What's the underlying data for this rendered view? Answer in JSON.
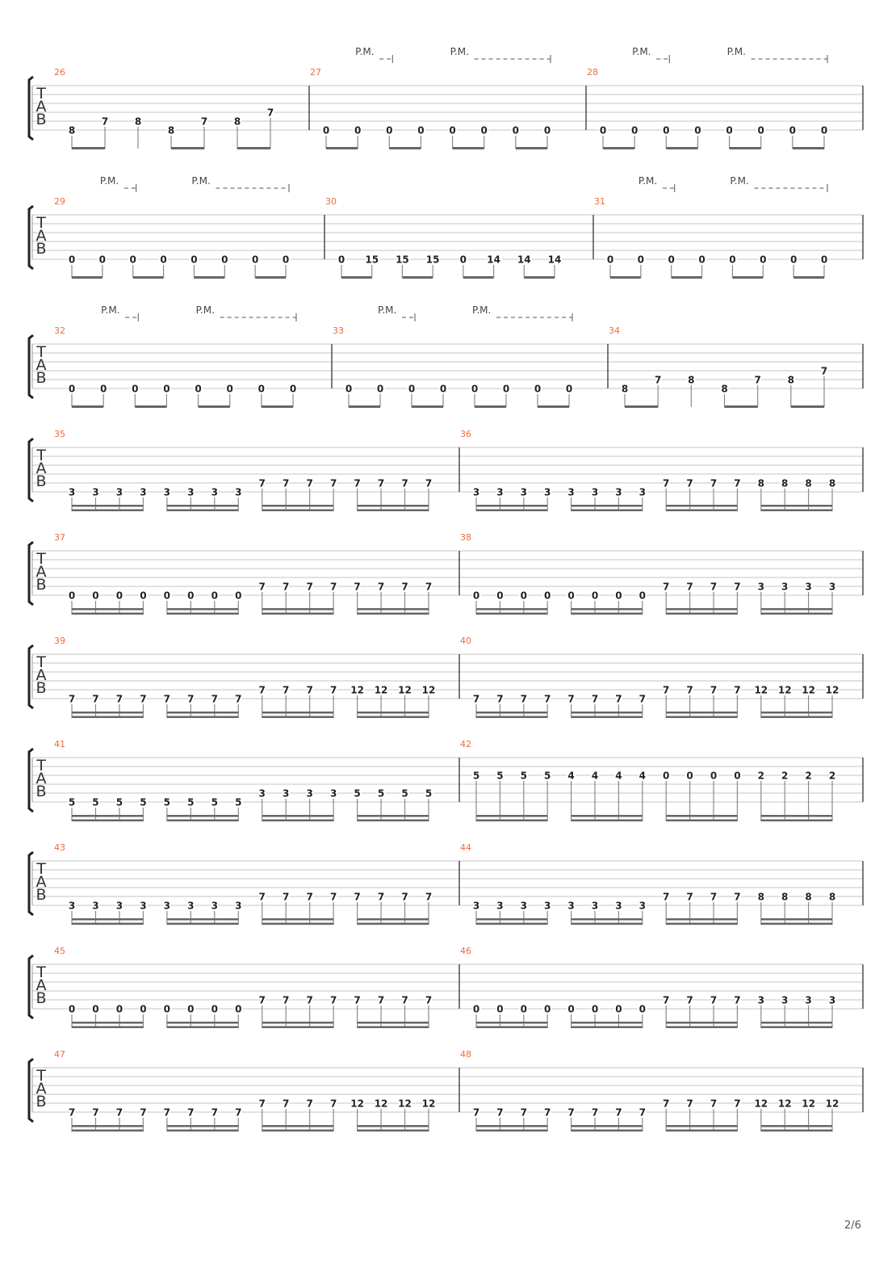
{
  "page_number": "2/6",
  "clef": [
    "T",
    "A",
    "B"
  ],
  "palm_mute_label": "P.M.",
  "measures": [
    {
      "number": "26",
      "rhythm": "eighth",
      "notes": [
        [
          8,
          6
        ],
        [
          7,
          5
        ],
        [
          8,
          5
        ],
        [
          8,
          6
        ],
        [
          7,
          5
        ],
        [
          8,
          5
        ],
        [
          7,
          4
        ]
      ],
      "beams": [
        [
          0,
          1
        ],
        [
          2
        ],
        [
          3,
          4
        ],
        [
          5,
          6
        ]
      ],
      "palm_mute": []
    },
    {
      "number": "27",
      "rhythm": "eighth",
      "notes": [
        [
          0,
          6
        ],
        [
          0,
          6
        ],
        [
          0,
          6
        ],
        [
          0,
          6
        ],
        [
          0,
          6
        ],
        [
          0,
          6
        ],
        [
          0,
          6
        ],
        [
          0,
          6
        ]
      ],
      "palm_mute": [
        [
          1,
          2
        ],
        [
          4,
          7
        ]
      ]
    },
    {
      "number": "28",
      "rhythm": "eighth",
      "notes": [
        [
          0,
          6
        ],
        [
          0,
          6
        ],
        [
          0,
          6
        ],
        [
          0,
          6
        ],
        [
          0,
          6
        ],
        [
          0,
          6
        ],
        [
          0,
          6
        ],
        [
          0,
          6
        ]
      ],
      "palm_mute": [
        [
          1,
          2
        ],
        [
          4,
          7
        ]
      ]
    },
    {
      "number": "29",
      "rhythm": "eighth",
      "notes": [
        [
          0,
          6
        ],
        [
          0,
          6
        ],
        [
          0,
          6
        ],
        [
          0,
          6
        ],
        [
          0,
          6
        ],
        [
          0,
          6
        ],
        [
          0,
          6
        ],
        [
          0,
          6
        ]
      ],
      "palm_mute": [
        [
          1,
          2
        ],
        [
          4,
          7
        ]
      ]
    },
    {
      "number": "30",
      "rhythm": "eighth",
      "notes": [
        [
          0,
          6
        ],
        [
          15,
          6
        ],
        [
          15,
          6
        ],
        [
          15,
          6
        ],
        [
          0,
          6
        ],
        [
          14,
          6
        ],
        [
          14,
          6
        ],
        [
          14,
          6
        ]
      ],
      "palm_mute": []
    },
    {
      "number": "31",
      "rhythm": "eighth",
      "notes": [
        [
          0,
          6
        ],
        [
          0,
          6
        ],
        [
          0,
          6
        ],
        [
          0,
          6
        ],
        [
          0,
          6
        ],
        [
          0,
          6
        ],
        [
          0,
          6
        ],
        [
          0,
          6
        ]
      ],
      "palm_mute": [
        [
          1,
          2
        ],
        [
          4,
          7
        ]
      ]
    },
    {
      "number": "32",
      "rhythm": "eighth",
      "notes": [
        [
          0,
          6
        ],
        [
          0,
          6
        ],
        [
          0,
          6
        ],
        [
          0,
          6
        ],
        [
          0,
          6
        ],
        [
          0,
          6
        ],
        [
          0,
          6
        ],
        [
          0,
          6
        ]
      ],
      "palm_mute": [
        [
          1,
          2
        ],
        [
          4,
          7
        ]
      ]
    },
    {
      "number": "33",
      "rhythm": "eighth",
      "notes": [
        [
          0,
          6
        ],
        [
          0,
          6
        ],
        [
          0,
          6
        ],
        [
          0,
          6
        ],
        [
          0,
          6
        ],
        [
          0,
          6
        ],
        [
          0,
          6
        ],
        [
          0,
          6
        ]
      ],
      "palm_mute": [
        [
          1,
          2
        ],
        [
          4,
          7
        ]
      ]
    },
    {
      "number": "34",
      "rhythm": "eighth",
      "notes": [
        [
          8,
          6
        ],
        [
          7,
          5
        ],
        [
          8,
          5
        ],
        [
          8,
          6
        ],
        [
          7,
          5
        ],
        [
          8,
          5
        ],
        [
          7,
          4
        ]
      ],
      "beams": [
        [
          0,
          1
        ],
        [
          2
        ],
        [
          3,
          4
        ],
        [
          5,
          6
        ]
      ],
      "palm_mute": []
    },
    {
      "number": "35",
      "rhythm": "sixteenth",
      "notes": [
        [
          3,
          6
        ],
        [
          3,
          6
        ],
        [
          3,
          6
        ],
        [
          3,
          6
        ],
        [
          3,
          6
        ],
        [
          3,
          6
        ],
        [
          3,
          6
        ],
        [
          3,
          6
        ],
        [
          7,
          5
        ],
        [
          7,
          5
        ],
        [
          7,
          5
        ],
        [
          7,
          5
        ],
        [
          7,
          5
        ],
        [
          7,
          5
        ],
        [
          7,
          5
        ],
        [
          7,
          5
        ]
      ]
    },
    {
      "number": "36",
      "rhythm": "sixteenth",
      "notes": [
        [
          3,
          6
        ],
        [
          3,
          6
        ],
        [
          3,
          6
        ],
        [
          3,
          6
        ],
        [
          3,
          6
        ],
        [
          3,
          6
        ],
        [
          3,
          6
        ],
        [
          3,
          6
        ],
        [
          7,
          5
        ],
        [
          7,
          5
        ],
        [
          7,
          5
        ],
        [
          7,
          5
        ],
        [
          8,
          5
        ],
        [
          8,
          5
        ],
        [
          8,
          5
        ],
        [
          8,
          5
        ]
      ]
    },
    {
      "number": "37",
      "rhythm": "sixteenth",
      "notes": [
        [
          0,
          6
        ],
        [
          0,
          6
        ],
        [
          0,
          6
        ],
        [
          0,
          6
        ],
        [
          0,
          6
        ],
        [
          0,
          6
        ],
        [
          0,
          6
        ],
        [
          0,
          6
        ],
        [
          7,
          5
        ],
        [
          7,
          5
        ],
        [
          7,
          5
        ],
        [
          7,
          5
        ],
        [
          7,
          5
        ],
        [
          7,
          5
        ],
        [
          7,
          5
        ],
        [
          7,
          5
        ]
      ]
    },
    {
      "number": "38",
      "rhythm": "sixteenth",
      "notes": [
        [
          0,
          6
        ],
        [
          0,
          6
        ],
        [
          0,
          6
        ],
        [
          0,
          6
        ],
        [
          0,
          6
        ],
        [
          0,
          6
        ],
        [
          0,
          6
        ],
        [
          0,
          6
        ],
        [
          7,
          5
        ],
        [
          7,
          5
        ],
        [
          7,
          5
        ],
        [
          7,
          5
        ],
        [
          3,
          5
        ],
        [
          3,
          5
        ],
        [
          3,
          5
        ],
        [
          3,
          5
        ]
      ]
    },
    {
      "number": "39",
      "rhythm": "sixteenth",
      "notes": [
        [
          7,
          6
        ],
        [
          7,
          6
        ],
        [
          7,
          6
        ],
        [
          7,
          6
        ],
        [
          7,
          6
        ],
        [
          7,
          6
        ],
        [
          7,
          6
        ],
        [
          7,
          6
        ],
        [
          7,
          5
        ],
        [
          7,
          5
        ],
        [
          7,
          5
        ],
        [
          7,
          5
        ],
        [
          12,
          5
        ],
        [
          12,
          5
        ],
        [
          12,
          5
        ],
        [
          12,
          5
        ]
      ]
    },
    {
      "number": "40",
      "rhythm": "sixteenth",
      "notes": [
        [
          7,
          6
        ],
        [
          7,
          6
        ],
        [
          7,
          6
        ],
        [
          7,
          6
        ],
        [
          7,
          6
        ],
        [
          7,
          6
        ],
        [
          7,
          6
        ],
        [
          7,
          6
        ],
        [
          7,
          5
        ],
        [
          7,
          5
        ],
        [
          7,
          5
        ],
        [
          7,
          5
        ],
        [
          12,
          5
        ],
        [
          12,
          5
        ],
        [
          12,
          5
        ],
        [
          12,
          5
        ]
      ]
    },
    {
      "number": "41",
      "rhythm": "sixteenth",
      "notes": [
        [
          5,
          6
        ],
        [
          5,
          6
        ],
        [
          5,
          6
        ],
        [
          5,
          6
        ],
        [
          5,
          6
        ],
        [
          5,
          6
        ],
        [
          5,
          6
        ],
        [
          5,
          6
        ],
        [
          3,
          5
        ],
        [
          3,
          5
        ],
        [
          3,
          5
        ],
        [
          3,
          5
        ],
        [
          5,
          5
        ],
        [
          5,
          5
        ],
        [
          5,
          5
        ],
        [
          5,
          5
        ]
      ]
    },
    {
      "number": "42",
      "rhythm": "sixteenth",
      "notes": [
        [
          5,
          3
        ],
        [
          5,
          3
        ],
        [
          5,
          3
        ],
        [
          5,
          3
        ],
        [
          4,
          3
        ],
        [
          4,
          3
        ],
        [
          4,
          3
        ],
        [
          4,
          3
        ],
        [
          0,
          3
        ],
        [
          0,
          3
        ],
        [
          0,
          3
        ],
        [
          0,
          3
        ],
        [
          2,
          3
        ],
        [
          2,
          3
        ],
        [
          2,
          3
        ],
        [
          2,
          3
        ]
      ]
    },
    {
      "number": "43",
      "rhythm": "sixteenth",
      "notes": [
        [
          3,
          6
        ],
        [
          3,
          6
        ],
        [
          3,
          6
        ],
        [
          3,
          6
        ],
        [
          3,
          6
        ],
        [
          3,
          6
        ],
        [
          3,
          6
        ],
        [
          3,
          6
        ],
        [
          7,
          5
        ],
        [
          7,
          5
        ],
        [
          7,
          5
        ],
        [
          7,
          5
        ],
        [
          7,
          5
        ],
        [
          7,
          5
        ],
        [
          7,
          5
        ],
        [
          7,
          5
        ]
      ]
    },
    {
      "number": "44",
      "rhythm": "sixteenth",
      "notes": [
        [
          3,
          6
        ],
        [
          3,
          6
        ],
        [
          3,
          6
        ],
        [
          3,
          6
        ],
        [
          3,
          6
        ],
        [
          3,
          6
        ],
        [
          3,
          6
        ],
        [
          3,
          6
        ],
        [
          7,
          5
        ],
        [
          7,
          5
        ],
        [
          7,
          5
        ],
        [
          7,
          5
        ],
        [
          8,
          5
        ],
        [
          8,
          5
        ],
        [
          8,
          5
        ],
        [
          8,
          5
        ]
      ]
    },
    {
      "number": "45",
      "rhythm": "sixteenth",
      "notes": [
        [
          0,
          6
        ],
        [
          0,
          6
        ],
        [
          0,
          6
        ],
        [
          0,
          6
        ],
        [
          0,
          6
        ],
        [
          0,
          6
        ],
        [
          0,
          6
        ],
        [
          0,
          6
        ],
        [
          7,
          5
        ],
        [
          7,
          5
        ],
        [
          7,
          5
        ],
        [
          7,
          5
        ],
        [
          7,
          5
        ],
        [
          7,
          5
        ],
        [
          7,
          5
        ],
        [
          7,
          5
        ]
      ]
    },
    {
      "number": "46",
      "rhythm": "sixteenth",
      "notes": [
        [
          0,
          6
        ],
        [
          0,
          6
        ],
        [
          0,
          6
        ],
        [
          0,
          6
        ],
        [
          0,
          6
        ],
        [
          0,
          6
        ],
        [
          0,
          6
        ],
        [
          0,
          6
        ],
        [
          7,
          5
        ],
        [
          7,
          5
        ],
        [
          7,
          5
        ],
        [
          7,
          5
        ],
        [
          3,
          5
        ],
        [
          3,
          5
        ],
        [
          3,
          5
        ],
        [
          3,
          5
        ]
      ]
    },
    {
      "number": "47",
      "rhythm": "sixteenth",
      "notes": [
        [
          7,
          6
        ],
        [
          7,
          6
        ],
        [
          7,
          6
        ],
        [
          7,
          6
        ],
        [
          7,
          6
        ],
        [
          7,
          6
        ],
        [
          7,
          6
        ],
        [
          7,
          6
        ],
        [
          7,
          5
        ],
        [
          7,
          5
        ],
        [
          7,
          5
        ],
        [
          7,
          5
        ],
        [
          12,
          5
        ],
        [
          12,
          5
        ],
        [
          12,
          5
        ],
        [
          12,
          5
        ]
      ]
    },
    {
      "number": "48",
      "rhythm": "sixteenth",
      "notes": [
        [
          7,
          6
        ],
        [
          7,
          6
        ],
        [
          7,
          6
        ],
        [
          7,
          6
        ],
        [
          7,
          6
        ],
        [
          7,
          6
        ],
        [
          7,
          6
        ],
        [
          7,
          6
        ],
        [
          7,
          5
        ],
        [
          7,
          5
        ],
        [
          7,
          5
        ],
        [
          7,
          5
        ],
        [
          12,
          5
        ],
        [
          12,
          5
        ],
        [
          12,
          5
        ],
        [
          12,
          5
        ]
      ]
    }
  ]
}
